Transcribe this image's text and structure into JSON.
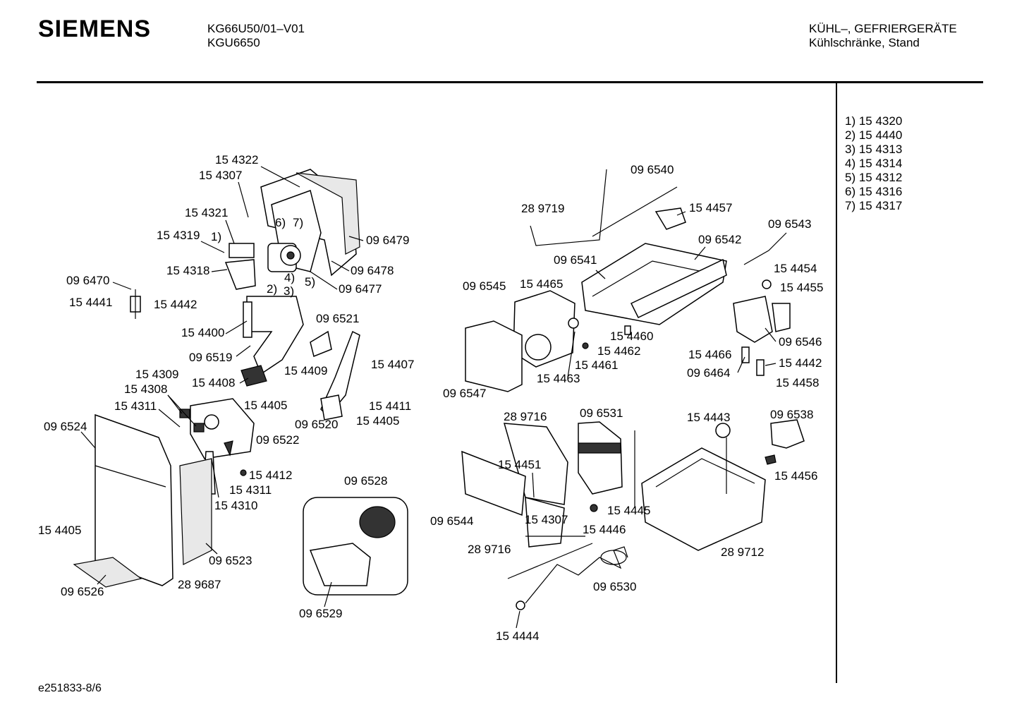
{
  "header": {
    "brand": "SIEMENS",
    "model_line1": "KG66U50/01–V01",
    "model_line2": "KGU6650",
    "category_line1": "KÜHL–, GEFRIERGERÄTE",
    "category_line2": "Kühlschränke, Stand"
  },
  "legend": [
    "1) 15 4320",
    "2) 15 4440",
    "3) 15 4313",
    "4) 15 4314",
    "5) 15 4312",
    "6) 15 4316",
    "7) 15 4317"
  ],
  "footer": {
    "doc_id": "e251833-8/6"
  },
  "part_labels": [
    "15 4322",
    "15 4307",
    "15 4321",
    "15 4319",
    "1)",
    "15 4318",
    "6)",
    "7)",
    "4)",
    "2)",
    "3)",
    "5)",
    "09 6479",
    "09 6478",
    "09 6477",
    "09 6470",
    "15 4441",
    "15 4442",
    "15 4400",
    "09 6519",
    "09 6521",
    "15 4409",
    "15 4408",
    "15 4407",
    "15 4309",
    "15 4308",
    "15 4311",
    "15 4405",
    "09 6524",
    "09 6522",
    "15 4411",
    "15 4405",
    "09 6520",
    "15 4412",
    "15 4311",
    "15 4310",
    "15 4405",
    "09 6523",
    "28 9687",
    "09 6526",
    "09 6528",
    "09 6529",
    "09 6540",
    "28 9719",
    "15 4457",
    "09 6543",
    "09 6542",
    "09 6541",
    "15 4454",
    "15 4455",
    "09 6545",
    "15 4465",
    "15 4460",
    "15 4462",
    "09 6546",
    "15 4461",
    "15 4463",
    "15 4466",
    "15 4442",
    "09 6464",
    "15 4458",
    "09 6547",
    "28 9716",
    "09 6531",
    "15 4443",
    "09 6538",
    "15 4451",
    "15 4456",
    "09 6544",
    "15 4307",
    "15 4445",
    "15 4446",
    "28 9716",
    "28 9712",
    "09 6530",
    "15 4444"
  ]
}
